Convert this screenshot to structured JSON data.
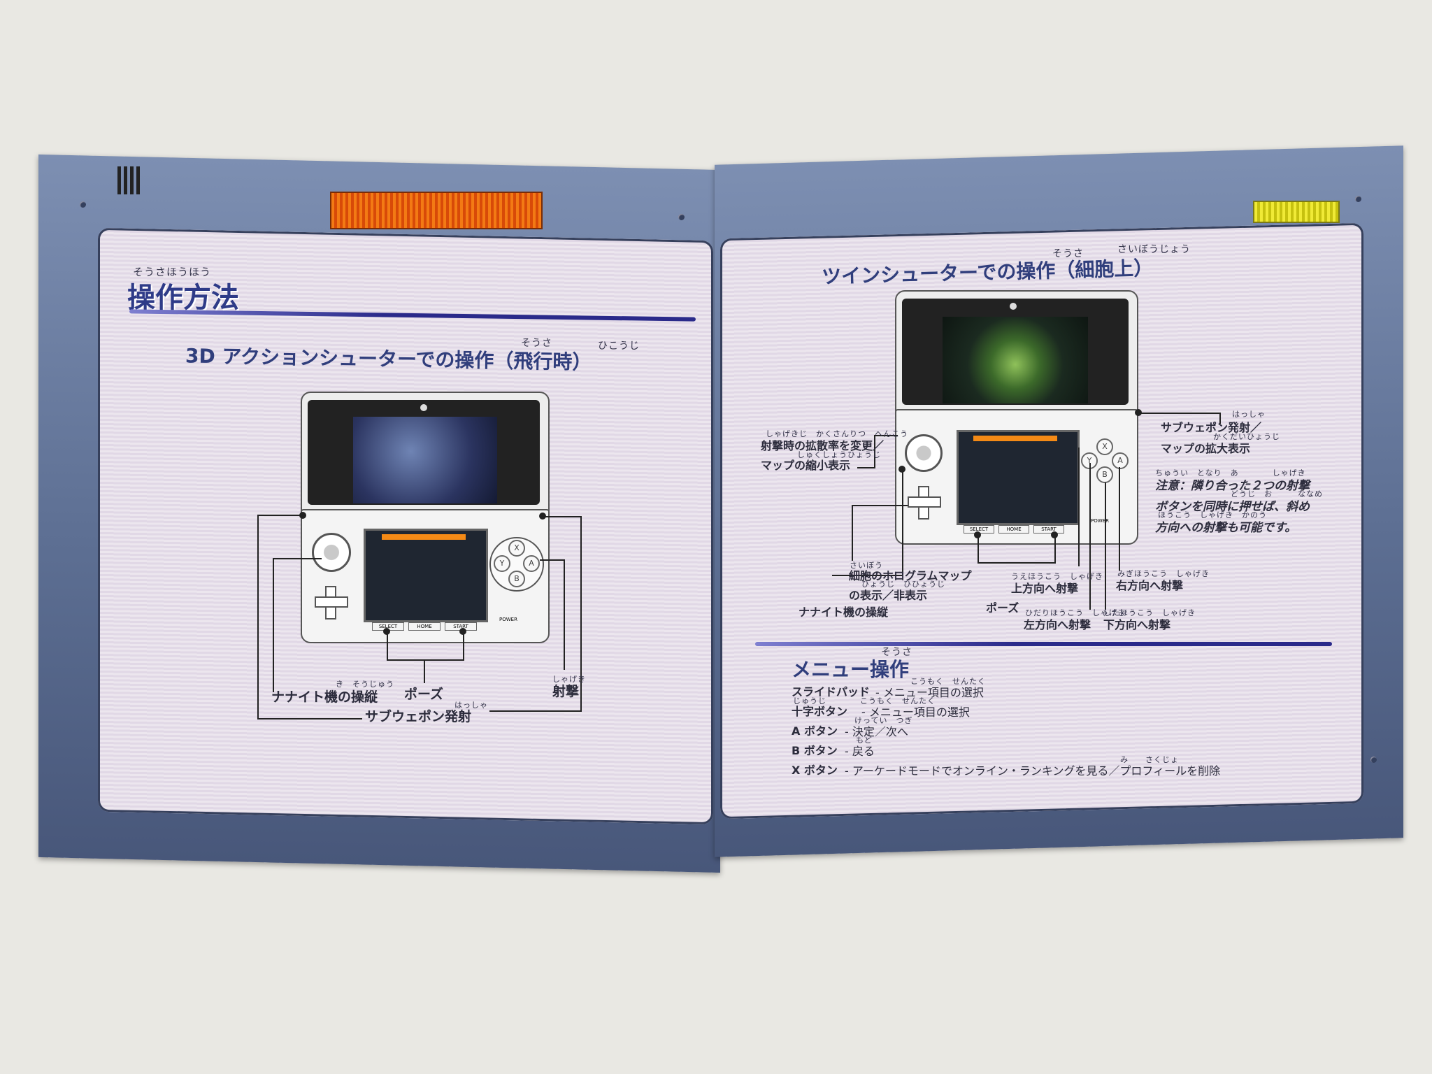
{
  "left": {
    "section_title": "操作方法",
    "section_title_ruby": "そうさほうほう",
    "heading": "3D アクションシューターでの操作（飛行時）",
    "heading_ruby_1": "そうさ",
    "heading_ruby_2": "ひこうじ",
    "labels": {
      "move": "ナナイト機の操縦",
      "move_ruby": "き　そうじゅう",
      "pause": "ポーズ",
      "shoot": "射撃",
      "shoot_ruby": "しゃげき",
      "subweapon": "サブウェポン発射",
      "subweapon_ruby": "はっしゃ"
    }
  },
  "right": {
    "heading": "ツインシューターでの操作（細胞上）",
    "heading_ruby_1": "そうさ",
    "heading_ruby_2": "さいぼうじょう",
    "labels": {
      "zoom_out_1": "射撃時の拡散率を変更／",
      "zoom_out_1_ruby": "しゃげきじ　かくさんりつ　へんこう",
      "zoom_out_2": "マップの縮小表示",
      "zoom_out_2_ruby": "しゅくしょうひょうじ",
      "subweapon_1": "サブウェポン発射／",
      "subweapon_1_ruby": "はっしゃ",
      "subweapon_2": "マップの拡大表示",
      "subweapon_2_ruby": "かくだいひょうじ",
      "hologram_1": "細胞のホログラムマップ",
      "hologram_1_ruby": "さいぼう",
      "hologram_2": "の表示／非表示",
      "hologram_2_ruby": "ひょうじ　ひひょうじ",
      "move": "ナナイト機の操縦",
      "pause": "ポーズ",
      "up": "上方向へ射撃",
      "up_ruby": "うえほうこう　しゃげき",
      "left": "左方向へ射撃",
      "left_ruby": "ひだりほうこう　しゃげき",
      "down": "下方向へ射撃",
      "down_ruby": "したほうこう　しゃげき",
      "right": "右方向へ射撃",
      "right_ruby": "みぎほうこう　しゃげき"
    },
    "note_line1": "注意：隣り合った２つの射撃",
    "note_line1_ruby": "ちゅうい　となり　あ　　　　しゃげき",
    "note_line2": "ボタンを同時に押せば、斜め",
    "note_line2_ruby": "どうじ　お　　　ななめ",
    "note_line3": "方向への射撃も可能です。",
    "note_line3_ruby": "ほうこう　しゃげき　かのう",
    "menu_heading": "メニュー操作",
    "menu_heading_ruby": "そうさ",
    "menu": [
      {
        "key": "スライドパッド",
        "desc": "- メニュー項目の選択",
        "ruby": "こうもく　せんたく"
      },
      {
        "key": "十字ボタン",
        "desc": "- メニュー項目の選択",
        "ruby": "じゅうじ　　　　こうもく　せんたく"
      },
      {
        "key": "A ボタン",
        "desc": "- 決定／次へ",
        "ruby": "けってい　つぎ"
      },
      {
        "key": "B ボタン",
        "desc": "- 戻る",
        "ruby": "もど"
      },
      {
        "key": "X ボタン",
        "desc": "- アーケードモードでオンライン・ランキングを見る／プロフィールを削除",
        "ruby": "み　　さくじょ"
      }
    ]
  },
  "device": {
    "select": "SELECT",
    "home": "HOME",
    "start": "START",
    "power": "POWER",
    "btn_x": "X",
    "btn_y": "Y",
    "btn_a": "A",
    "btn_b": "B"
  },
  "colors": {
    "frame": "#6677a0",
    "heading_blue": "#303e7c",
    "glow_orange": "#f37a14",
    "glow_yellow": "#f0ea36"
  }
}
